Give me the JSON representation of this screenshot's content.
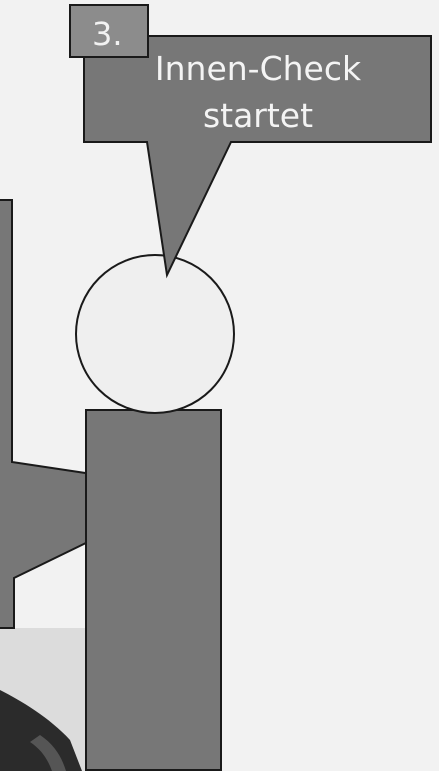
{
  "step": {
    "number": "3."
  },
  "bubble": {
    "line1": "Innen-Check",
    "line2": "startet"
  },
  "colors": {
    "background": "#f2f2f2",
    "shape_fill": "#777777",
    "shape_stroke": "#1a1a1a",
    "badge_fill": "#8c8c8c",
    "head_fill": "#efefef",
    "photo_light": "#dedede",
    "photo_dark": "#2a2a2a",
    "text": "#f4f4f4"
  }
}
